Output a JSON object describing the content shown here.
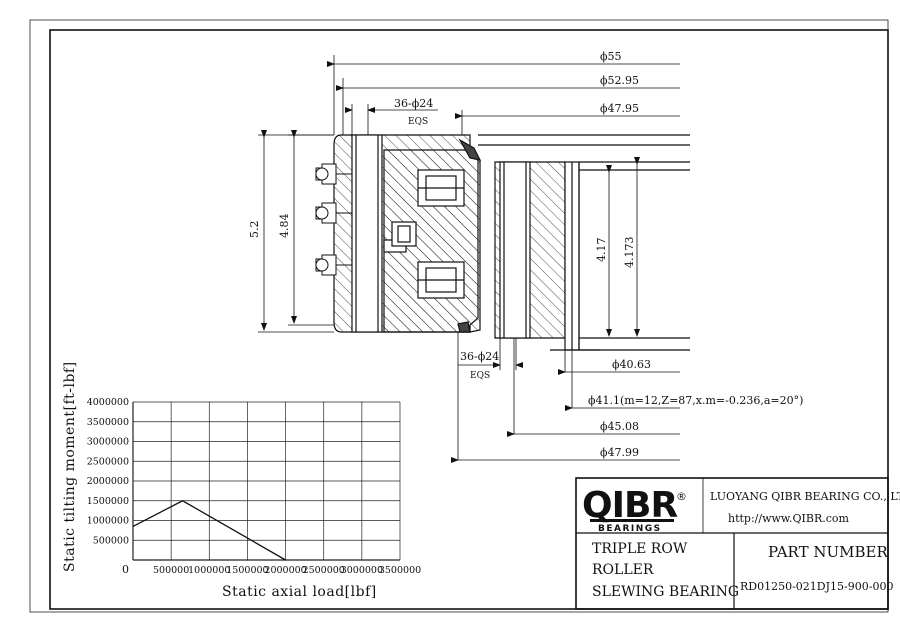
{
  "dims": {
    "d55": "ϕ55",
    "d5295": "ϕ52.95",
    "d4795": "ϕ47.95",
    "bolt_top": "36-ϕ24",
    "bolt_top_sub": "EQS",
    "h52": "5.2",
    "h484": "4.84",
    "h417": "4.17",
    "h4173": "4.173",
    "bolt_bot": "36-ϕ24",
    "bolt_bot_sub": "EQS",
    "d4063": "ϕ40.63",
    "d411": "ϕ41.1(m=12,Z=87,x.m=-0.236,a=20°)",
    "d4508": "ϕ45.08",
    "d4799": "ϕ47.99"
  },
  "chart_data": {
    "type": "line",
    "xlabel": "Static axial load[lbf]",
    "ylabel": "Static tilting moment[ft-lbf]",
    "x_ticks": [
      "0",
      "500000",
      "1000000",
      "1500000",
      "2000000",
      "2500000",
      "3000000",
      "3500000"
    ],
    "y_ticks": [
      "500000",
      "1000000",
      "1500000",
      "2000000",
      "2500000",
      "3000000",
      "3500000",
      "4000000"
    ],
    "xlim": [
      0,
      3500000
    ],
    "ylim": [
      0,
      4000000
    ],
    "grid": true,
    "series": [
      {
        "x": [
          0,
          650000,
          2000000
        ],
        "y": [
          850000,
          1500000,
          0
        ]
      }
    ]
  },
  "title_block": {
    "logo": "QIBR",
    "logo_mark": "®",
    "logo_sub": "BEARINGS",
    "company": "LUOYANG QIBR BEARING CO., LTD",
    "website": "http://www.QIBR.com",
    "desc_line1": "TRIPLE ROW",
    "desc_line2": "ROLLER",
    "desc_line3": "SLEWING BEARING",
    "part_label": "PART NUMBER",
    "part_number": "RD01250-021DJ15-900-000"
  }
}
